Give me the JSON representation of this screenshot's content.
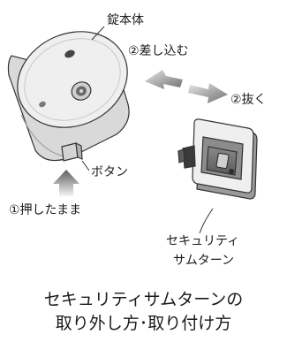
{
  "labels": {
    "lock_body": "錠本体",
    "insert": "②差し込む",
    "pull_out": "②抜く",
    "button": "ボタン",
    "hold_press": "①押したまま",
    "thumbturn_line1": "セキュリティ",
    "thumbturn_line2": "サムターン"
  },
  "caption": {
    "line1": "セキュリティサムターンの",
    "line2": "取り外し方･取り付け方"
  }
}
